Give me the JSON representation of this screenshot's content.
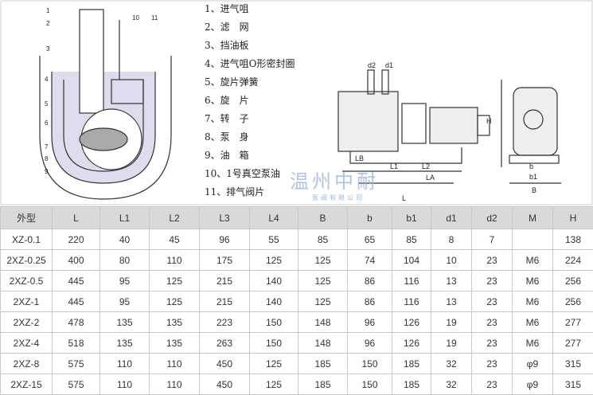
{
  "diagram": {
    "callout_numbers": [
      "1",
      "2",
      "3",
      "4",
      "5",
      "6",
      "7",
      "8",
      "9",
      "10",
      "11"
    ],
    "dimension_labels": [
      "d2",
      "d1",
      "H",
      "L",
      "L1",
      "L2",
      "LA",
      "LB",
      "B",
      "b",
      "b1"
    ],
    "parts": [
      "1、进气咀",
      "2、滤　网",
      "3、挡油板",
      "4、进气咀O形密封圈",
      "5、旋片弹簧",
      "6、旋　片",
      "7、转　子",
      "8、泵　身",
      "9、油　箱",
      "10、1号真空泵油",
      "11、排气阀片"
    ],
    "watermark": "温州中耐",
    "watermark_sub": "泵阀有限公司"
  },
  "table": {
    "headers": [
      "外型",
      "L",
      "L1",
      "L2",
      "L3",
      "L4",
      "B",
      "b",
      "b1",
      "d1",
      "d2",
      "M",
      "H"
    ],
    "rows": [
      [
        "XZ-0.1",
        "220",
        "40",
        "45",
        "96",
        "55",
        "85",
        "65",
        "85",
        "8",
        "7",
        "",
        "138"
      ],
      [
        "2XZ-0.25",
        "400",
        "80",
        "110",
        "175",
        "125",
        "125",
        "74",
        "104",
        "10",
        "23",
        "M6",
        "224"
      ],
      [
        "2XZ-0.5",
        "445",
        "95",
        "125",
        "215",
        "140",
        "125",
        "86",
        "116",
        "13",
        "23",
        "M6",
        "256"
      ],
      [
        "2XZ-1",
        "445",
        "95",
        "125",
        "215",
        "140",
        "125",
        "86",
        "116",
        "13",
        "23",
        "M6",
        "256"
      ],
      [
        "2XZ-2",
        "478",
        "135",
        "135",
        "223",
        "150",
        "148",
        "96",
        "126",
        "19",
        "23",
        "M6",
        "277"
      ],
      [
        "2XZ-4",
        "518",
        "135",
        "135",
        "263",
        "150",
        "148",
        "96",
        "126",
        "19",
        "23",
        "M6",
        "277"
      ],
      [
        "2XZ-8",
        "575",
        "110",
        "110",
        "450",
        "125",
        "185",
        "150",
        "185",
        "32",
        "23",
        "φ9",
        "315"
      ],
      [
        "2XZ-15",
        "575",
        "110",
        "110",
        "450",
        "125",
        "185",
        "150",
        "185",
        "32",
        "23",
        "φ9",
        "315"
      ]
    ]
  }
}
